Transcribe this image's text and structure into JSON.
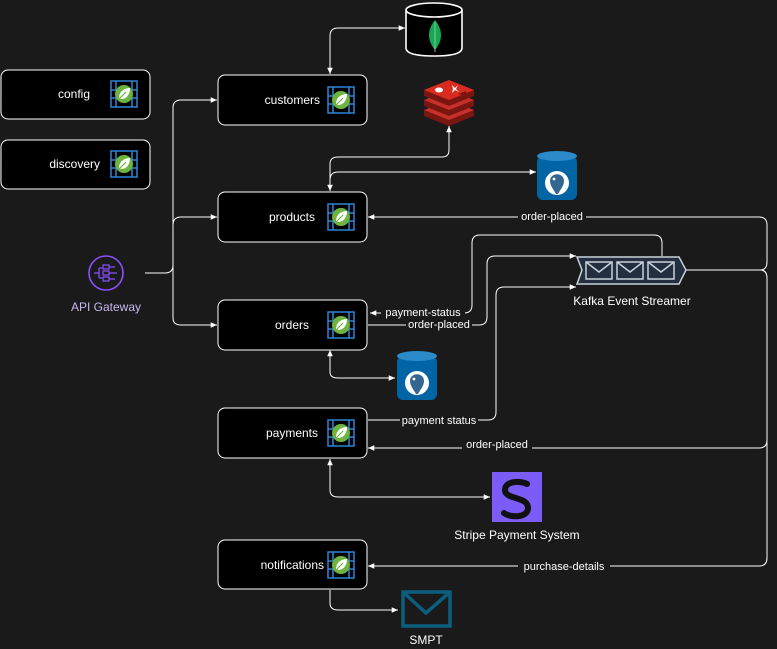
{
  "services": {
    "config": "config",
    "discovery": "discovery",
    "customers": "customers",
    "products": "products",
    "orders": "orders",
    "payments": "payments",
    "notifications": "notifications"
  },
  "external": {
    "api_gateway": "API Gateway",
    "kafka": "Kafka Event Streamer",
    "stripe": "Stripe Payment System",
    "smtp": "SMPT"
  },
  "edges": {
    "order_placed_products": "order-placed",
    "payment_status_orders": "payment-status",
    "order_placed_from_orders": "order-placed",
    "payment_status_from_payments": "payment status",
    "order_placed_payments": "order-placed",
    "purchase_details": "purchase-details"
  },
  "icons": {
    "service": "spring-boot-icon",
    "mongodb": "mongodb-icon",
    "redis": "redis-icon",
    "postgres": "postgresql-icon",
    "kafka": "kafka-queue-icon",
    "gateway": "api-gateway-icon",
    "stripe": "stripe-icon",
    "smtp": "mail-icon"
  },
  "colors": {
    "background": "#1a1a1a",
    "gateway": "#8c4fff",
    "spring": "#6db33f",
    "redis": "#a41e11",
    "postgres": "#0064a5",
    "stripe": "#7b5cf6",
    "mail": "#0a5e7e"
  }
}
